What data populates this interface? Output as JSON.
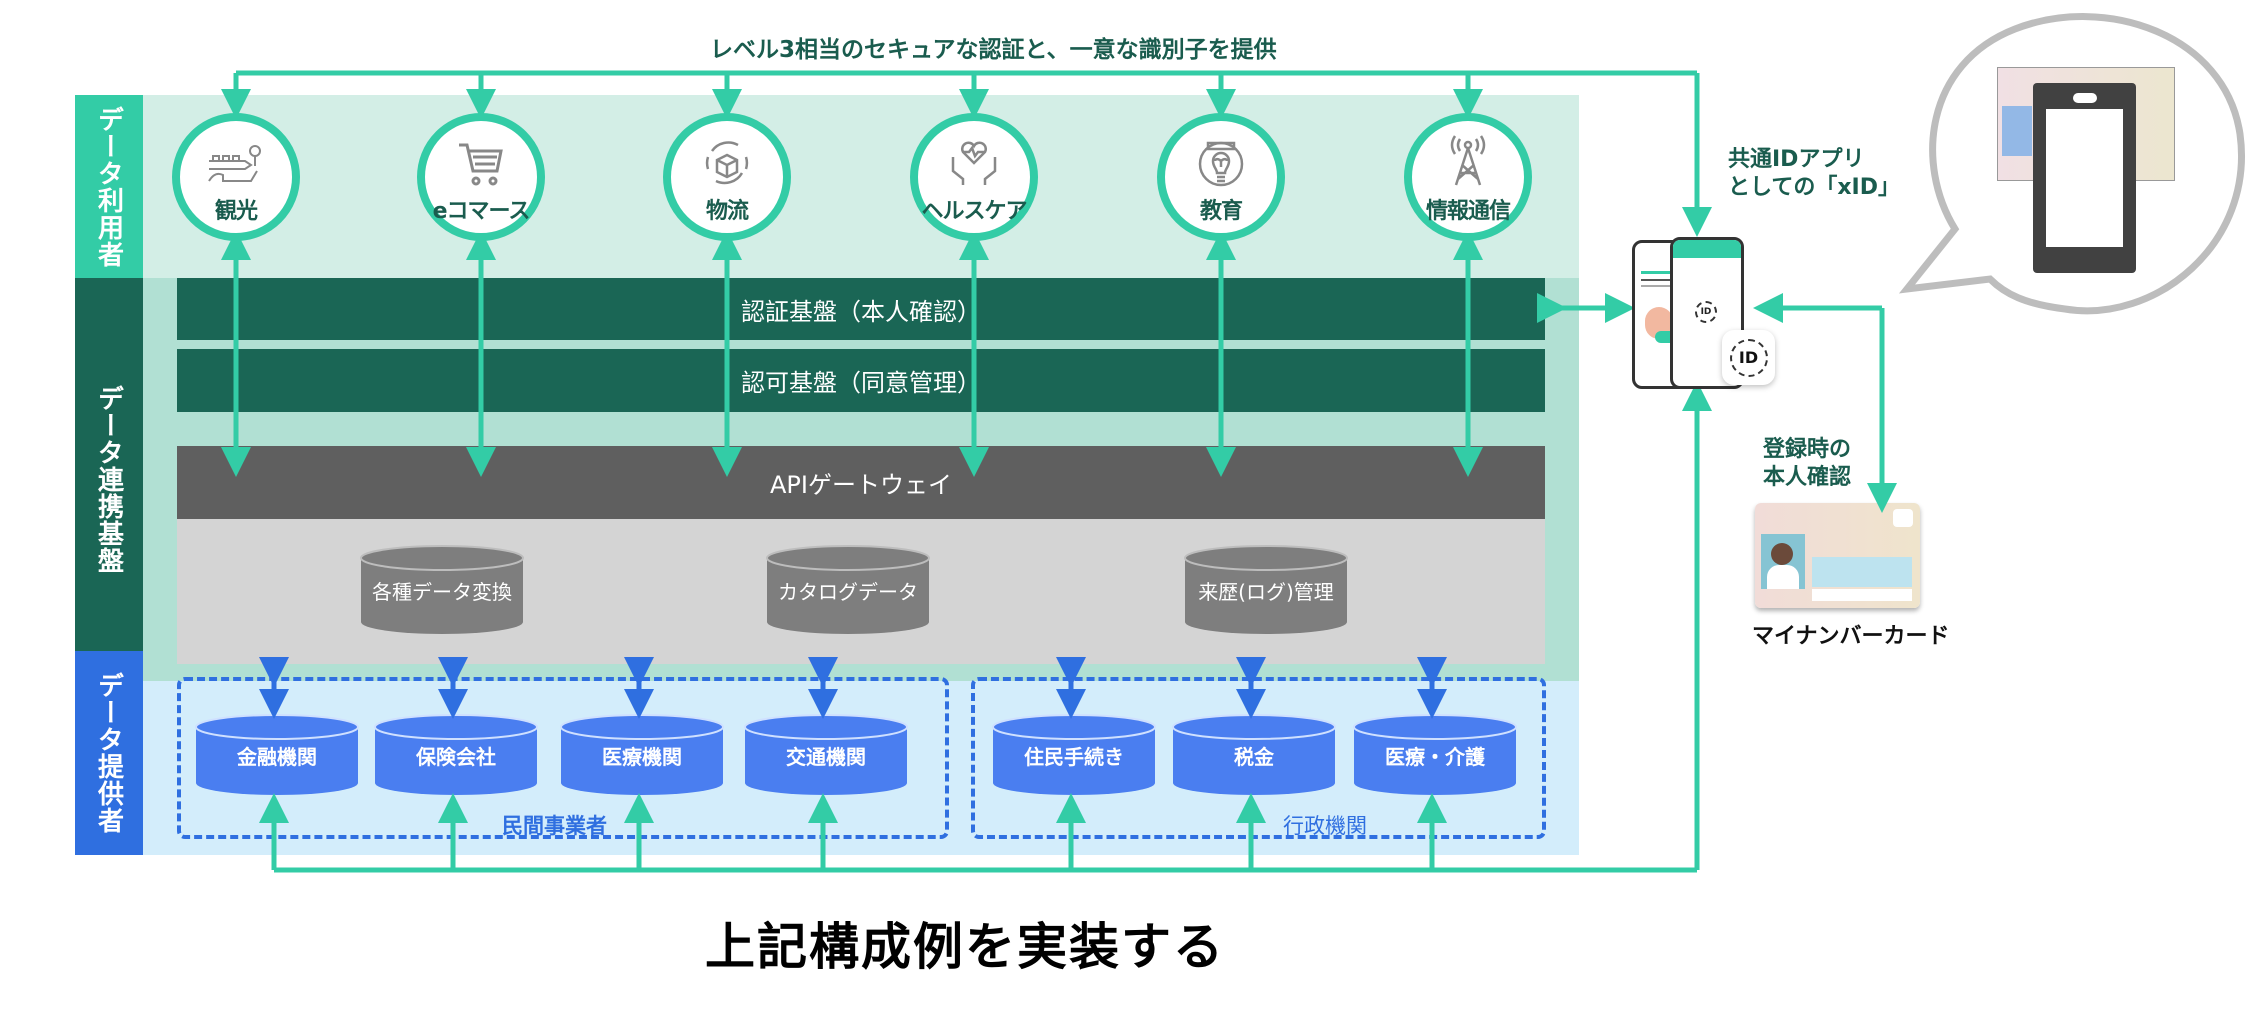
{
  "top_caption": "レベル3相当のセキュアな認証と、一意な識別子を提供",
  "layers": {
    "users": {
      "label": "データ利用者",
      "color": "#33cca6",
      "bg": "#d3eee6"
    },
    "platform": {
      "label": "データ連携基盤",
      "color": "#1a6655",
      "bg": "#b1e0d3"
    },
    "providers": {
      "label": "データ提供者",
      "color": "#2f6fe0",
      "bg": "#d3edfb"
    }
  },
  "data_users": [
    {
      "label": "観光",
      "icon": "tourism-icon"
    },
    {
      "label": "eコマース",
      "icon": "shopping-cart-icon"
    },
    {
      "label": "物流",
      "icon": "logistics-icon"
    },
    {
      "label": "ヘルスケア",
      "icon": "healthcare-icon"
    },
    {
      "label": "教育",
      "icon": "education-icon"
    },
    {
      "label": "情報通信",
      "icon": "telecom-tower-icon"
    }
  ],
  "platform": {
    "authentication": "認証基盤（本人確認）",
    "authorization": "認可基盤（同意管理）",
    "api_gateway": "APIゲートウェイ",
    "databases": [
      "各種データ変換",
      "カタログデータ",
      "来歴(ログ)管理"
    ]
  },
  "providers": {
    "private": {
      "label": "民間事業者",
      "items": [
        "金融機関",
        "保険会社",
        "医療機関",
        "交通機関"
      ]
    },
    "government": {
      "label": "行政機関",
      "items": [
        "住民手続き",
        "税金",
        "医療・介護"
      ]
    }
  },
  "xid": {
    "label_line1": "共通IDアプリ",
    "label_line2": "としての「xID」",
    "app_icon_text": "ID"
  },
  "registration": {
    "label_line1": "登録時の",
    "label_line2": "本人確認",
    "card_label": "マイナンバーカード"
  },
  "footer_title": "上記構成例を実装する",
  "colors": {
    "connector_green": "#33cca6",
    "connector_blue": "#2f6fe0",
    "auth_bar": "#1a6655",
    "api_bar": "#5f5f5f",
    "db_gray": "#7e7e7e",
    "db_blue": "#4a7ef0"
  }
}
